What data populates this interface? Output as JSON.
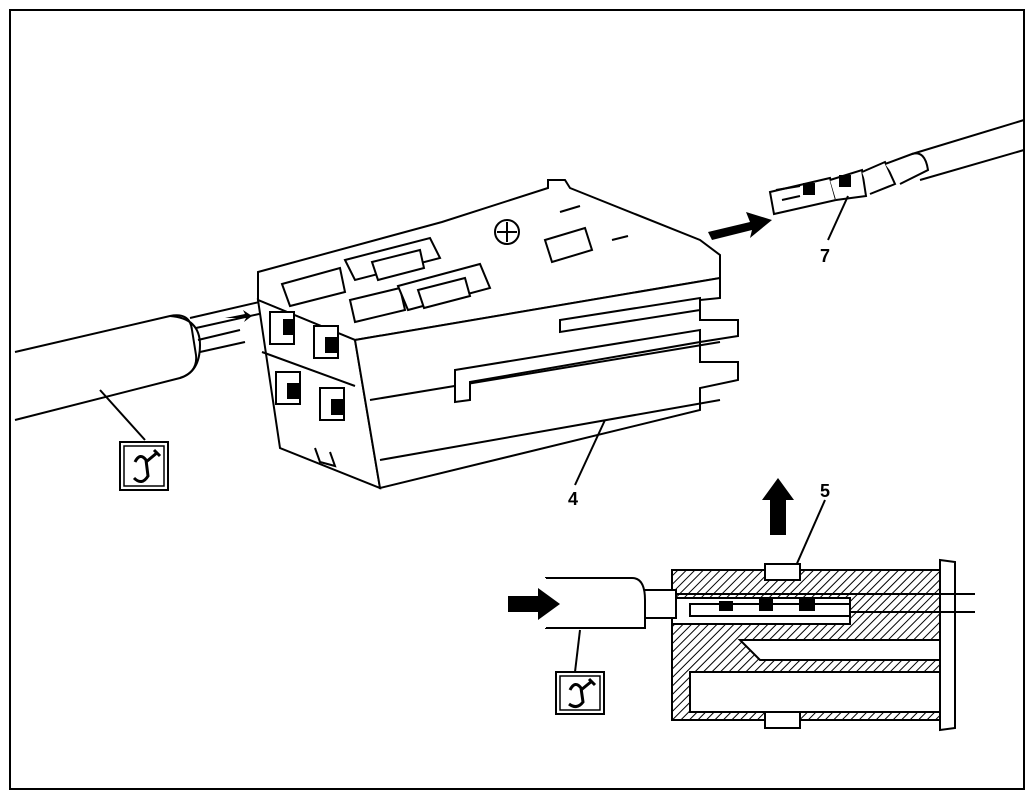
{
  "callouts": {
    "housing": "4",
    "detail_section": "5",
    "terminal": "7"
  },
  "symbols": {
    "tool_icon_name": "wrench-tool-icon"
  },
  "colors": {
    "line": "#000000",
    "background": "#ffffff"
  }
}
